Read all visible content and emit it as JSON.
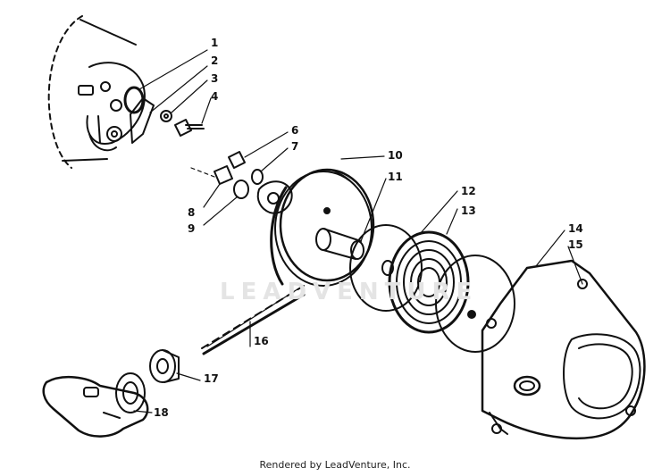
{
  "diagram": {
    "callouts": [
      "1",
      "2",
      "3",
      "4",
      "6",
      "7",
      "8",
      "9",
      "10",
      "11",
      "12",
      "13",
      "14",
      "15",
      "16",
      "17",
      "18"
    ],
    "watermark": "LEADVENTURE",
    "footer": "Rendered by LeadVenture, Inc."
  }
}
